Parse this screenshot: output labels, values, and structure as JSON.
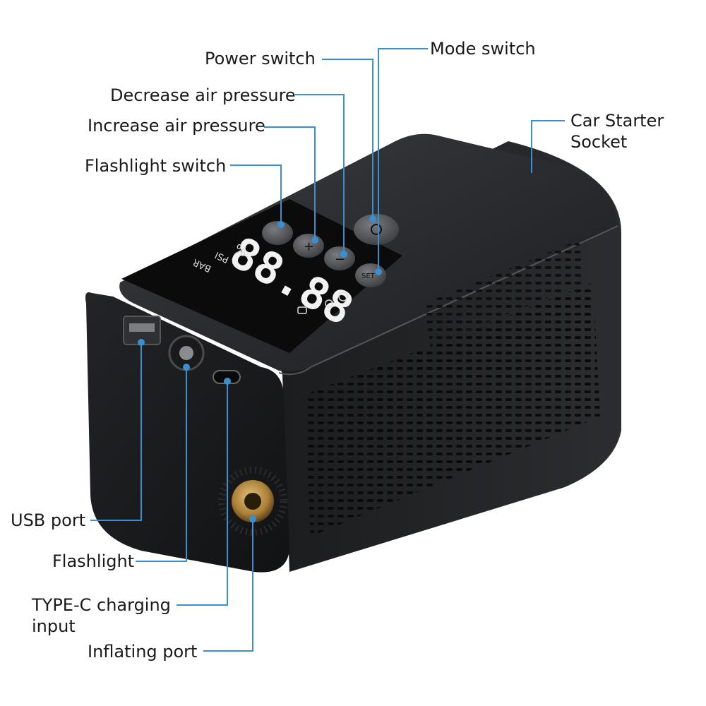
{
  "labels": {
    "power_switch": "Power switch",
    "mode_switch": "Mode switch",
    "decrease_air_pressure": "Decrease air pressure",
    "increase_air_pressure": "Increase air pressure",
    "flashlight_switch": "Flashlight switch",
    "car_starter_socket_line1": "Car Starter",
    "car_starter_socket_line2": "Socket",
    "usb_port": "USB port",
    "flashlight": "Flashlight",
    "typec_line1": "TYPE-C charging",
    "typec_line2": "input",
    "inflating_port": "Inflating port"
  },
  "display": {
    "digits": "88.88",
    "unit_bar": "BAR",
    "unit_psi": "PSI",
    "percent": "%"
  },
  "buttons": {
    "minus": "−",
    "plus": "+",
    "set": "SET"
  },
  "colors": {
    "callout_line": "#3a8fd0",
    "body_dark": "#1d1e20",
    "body_top": "#2a2b2e",
    "screen": "#0b0b0c",
    "digit": "#f2f2f2",
    "brass": "#c9a35a"
  }
}
